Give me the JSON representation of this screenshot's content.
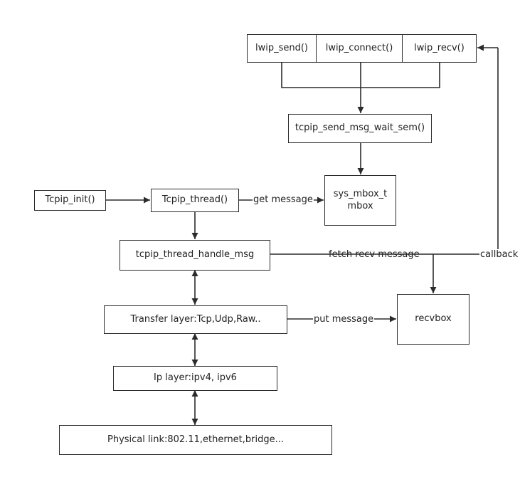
{
  "nodes": {
    "lwip_send": "lwip_send()",
    "lwip_connect": "lwip_connect()",
    "lwip_recv": "lwip_recv()",
    "tcpip_send_msg_wait_sem": "tcpip_send_msg_wait_sem()",
    "sys_mbox": "sys_mbox_t mbox",
    "tcpip_init": "Tcpip_init()",
    "tcpip_thread": "Tcpip_thread()",
    "tcpip_thread_handle_msg": "tcpip_thread_handle_msg",
    "transfer_layer": "Transfer layer:Tcp,Udp,Raw..",
    "recvbox": "recvbox",
    "ip_layer": "Ip layer:ipv4, ipv6",
    "physical_link": "Physical link:802.11,ethernet,bridge..."
  },
  "edge_labels": {
    "get_message": "get message",
    "fetch_recv_message": "fetch recv message",
    "callback": "callback",
    "put_message": "put message"
  },
  "colors": {
    "stroke": "#2b2b2b",
    "text": "#222222",
    "background": "#ffffff"
  }
}
